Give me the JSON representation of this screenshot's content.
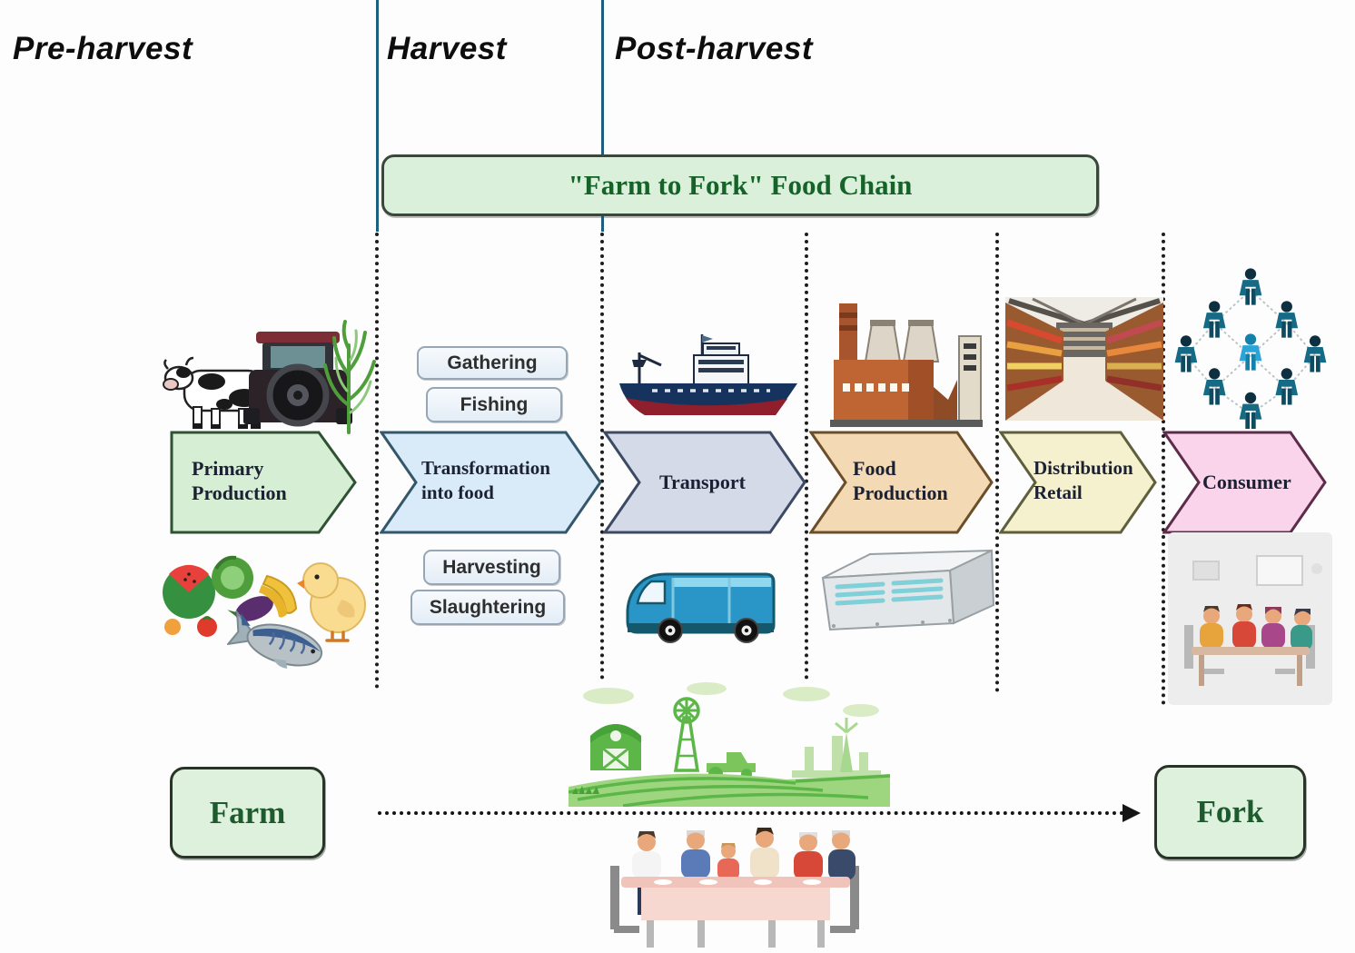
{
  "banner": {
    "title": "\"Farm to Fork\" Food Chain"
  },
  "phases": [
    {
      "label": "Pre-harvest"
    },
    {
      "label": "Harvest"
    },
    {
      "label": "Post-harvest"
    }
  ],
  "stages": [
    {
      "id": "primary-production",
      "line1": "Primary",
      "line2": "Production",
      "fill": "#d6eed3",
      "border": "#2f5233",
      "icons_above": [
        "cow-icon",
        "tractor-icon",
        "crop-plant-icon"
      ],
      "icons_below": [
        "fruits-vegetables-icon",
        "chick-icon",
        "fish-icon"
      ]
    },
    {
      "id": "transformation-into-food",
      "line1": "Transformation",
      "line2": "into food",
      "fill": "#d9eaf8",
      "border": "#34576b",
      "tags_above": [
        "Gathering",
        "Fishing"
      ],
      "tags_below": [
        "Harvesting",
        "Slaughtering"
      ]
    },
    {
      "id": "transport",
      "line1": "Transport",
      "line2": "",
      "fill": "#d5dae9",
      "border": "#3d4a63",
      "icons_above": [
        "cargo-ship-icon"
      ],
      "icons_below": [
        "delivery-van-icon"
      ]
    },
    {
      "id": "food-production",
      "line1": "Food",
      "line2": "Production",
      "fill": "#f4dab4",
      "border": "#6b4f2a",
      "icons_above": [
        "factory-icon"
      ],
      "icons_below": [
        "refrigerated-warehouse-icon"
      ]
    },
    {
      "id": "distribution-retail",
      "line1": "Distribution",
      "line2": "Retail",
      "fill": "#f5f1cf",
      "border": "#5f5f3d",
      "icons_above": [
        "supermarket-aisle-photo"
      ]
    },
    {
      "id": "consumer",
      "line1": "Consumer",
      "line2": "",
      "fill": "#f9d4ea",
      "border": "#5d2c4a",
      "icons_above": [
        "people-network-icon"
      ],
      "icons_below": [
        "family-dining-illustration"
      ]
    }
  ],
  "activity_tags": {
    "above": [
      "Gathering",
      "Fishing"
    ],
    "below": [
      "Harvesting",
      "Slaughtering"
    ]
  },
  "endpoints": {
    "start_label": "Farm",
    "end_label": "Fork"
  },
  "illustrations": [
    "green-farm-landscape-illustration",
    "family-dinner-table-illustration"
  ],
  "colors": {
    "phase_line": "#1e5f7f",
    "separator": "#1c1c1c",
    "banner_fill": "#daf0da",
    "banner_border": "#3c473c",
    "banner_text": "#156328",
    "endpoint_fill": "#def1dc",
    "endpoint_border": "#273427",
    "endpoint_text": "#1d5a2d",
    "stage_text": "#1b2133",
    "tag_fill": "#e3edf6",
    "tag_border": "#97a6b4",
    "tag_text": "#2e2e2e"
  }
}
